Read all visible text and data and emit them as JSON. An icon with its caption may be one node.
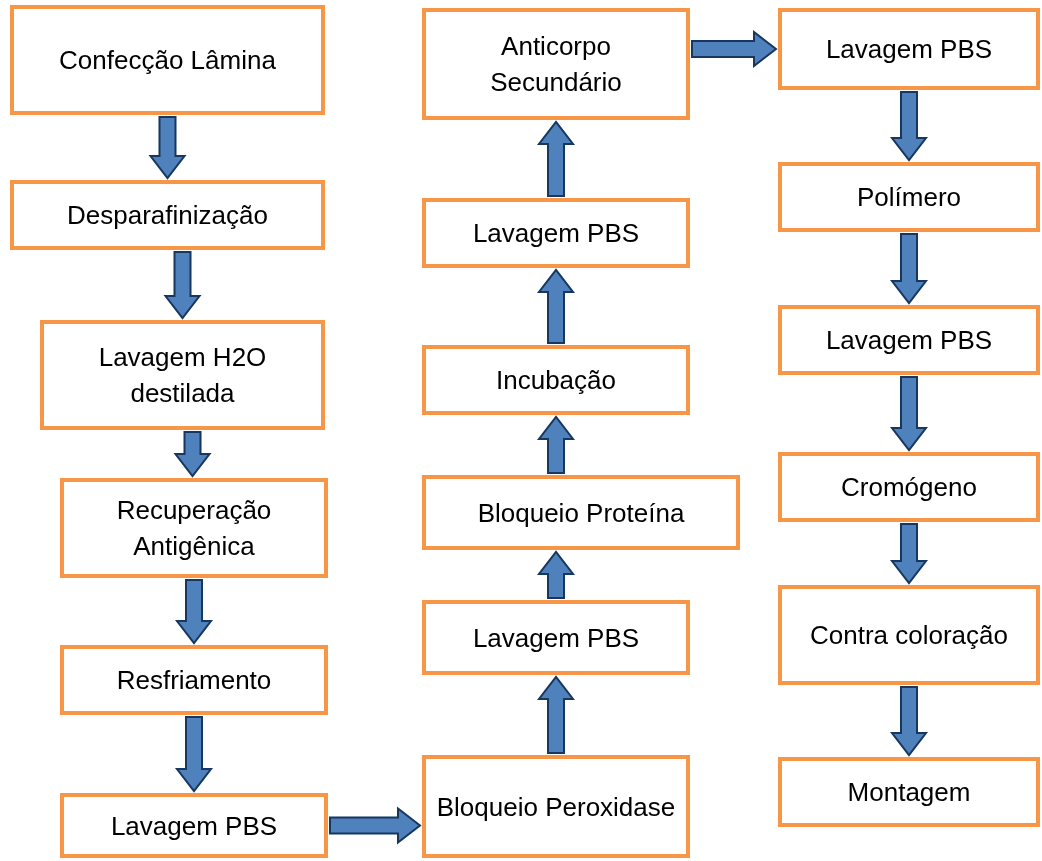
{
  "diagram": {
    "nodes": [
      {
        "text": [
          "Confecção Lâmina"
        ]
      },
      {
        "text": [
          "Desparafinização"
        ]
      },
      {
        "text": [
          "Lavagem H2O destilada"
        ]
      },
      {
        "text": [
          "Recuperação Antigênica"
        ]
      },
      {
        "text": [
          "Resfriamento"
        ]
      },
      {
        "text": [
          "Lavagem PBS"
        ]
      },
      {
        "text": [
          "Bloqueio Peroxidase"
        ]
      },
      {
        "text": [
          "Lavagem PBS"
        ]
      },
      {
        "text": [
          "Bloqueio Proteína"
        ]
      },
      {
        "text": [
          "Incubação"
        ]
      },
      {
        "text": [
          "Lavagem PBS"
        ]
      },
      {
        "text": [
          "Anticorpo Secundário"
        ]
      },
      {
        "text": [
          "Lavagem PBS"
        ]
      },
      {
        "text": [
          "Polímero"
        ]
      },
      {
        "text": [
          "Lavagem PBS"
        ]
      },
      {
        "text": [
          "Cromógeno"
        ]
      },
      {
        "text": [
          "Contra coloração"
        ]
      },
      {
        "text": [
          "Montagem"
        ]
      }
    ],
    "edges": [
      {
        "from": 0,
        "to": 1,
        "arrow": "to"
      },
      {
        "from": 1,
        "to": 2,
        "arrow": "to"
      },
      {
        "from": 2,
        "to": 3,
        "arrow": "to"
      },
      {
        "from": 3,
        "to": 4,
        "arrow": "to"
      },
      {
        "from": 4,
        "to": 5,
        "arrow": "to"
      },
      {
        "from": 5,
        "to": 6,
        "arrow": "to"
      },
      {
        "from": 6,
        "to": 7,
        "arrow": "to"
      },
      {
        "from": 7,
        "to": 8,
        "arrow": "to"
      },
      {
        "from": 8,
        "to": 9,
        "arrow": "to"
      },
      {
        "from": 9,
        "to": 10,
        "arrow": "to"
      },
      {
        "from": 10,
        "to": 11,
        "arrow": "to"
      },
      {
        "from": 11,
        "to": 12,
        "arrow": "to"
      },
      {
        "from": 12,
        "to": 13,
        "arrow": "to"
      },
      {
        "from": 13,
        "to": 14,
        "arrow": "to"
      },
      {
        "from": 14,
        "to": 15,
        "arrow": "to"
      },
      {
        "from": 15,
        "to": 16,
        "arrow": "to"
      },
      {
        "from": 16,
        "to": 17,
        "arrow": "to"
      }
    ]
  }
}
